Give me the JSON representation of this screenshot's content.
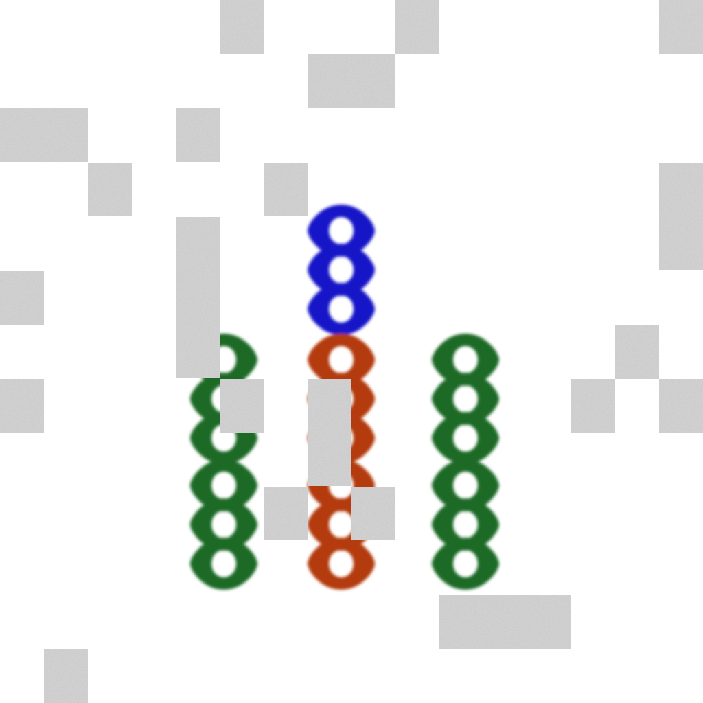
{
  "colors": {
    "background": "#ffffff",
    "noise_tile": "#c9c9c9",
    "chain_blue": "#1717c8",
    "chain_orange": "#b33a0d",
    "chain_green": "#1c6b26"
  },
  "chains": [
    {
      "name": "left-green-chain",
      "color_key": "chain_green",
      "links": 6
    },
    {
      "name": "center-blue-chain",
      "color_key": "chain_blue",
      "links": 3
    },
    {
      "name": "center-orange-chain",
      "color_key": "chain_orange",
      "links": 6
    },
    {
      "name": "right-green-chain",
      "color_key": "chain_green",
      "links": 6
    }
  ]
}
